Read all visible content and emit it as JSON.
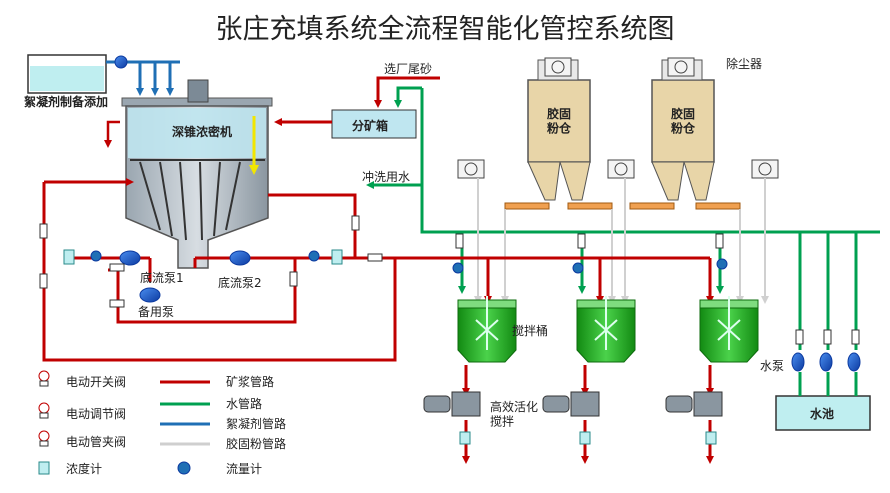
{
  "title": "张庄充填系统全流程智能化管控系统图",
  "labels": {
    "flocculant_add": "絮凝剂制备添加",
    "thickener": "深锥浓密机",
    "tailings_in": "选厂尾砂",
    "classifier": "分矿箱",
    "wash_water": "冲洗用水",
    "dust_collector": "除尘器",
    "silo1": "胶固\n粉仓",
    "silo2": "胶固\n粉仓",
    "pump1": "底流泵1",
    "pump2": "底流泵2",
    "pump_spare": "备用泵",
    "mixer": "搅拌桶",
    "activator": "高效活化\n搅拌",
    "water_pump": "水泵",
    "pool": "水池"
  },
  "legend": [
    {
      "symbol": "motor-valve",
      "label": "电动开关阀"
    },
    {
      "symbol": "regulating-valve",
      "label": "电动调节阀"
    },
    {
      "symbol": "pinch-valve",
      "label": "电动管夹阀"
    },
    {
      "symbol": "density-meter",
      "label": "浓度计"
    },
    {
      "symbol": "slurry-pipe",
      "label": "矿浆管路",
      "color": "#c00000"
    },
    {
      "symbol": "water-pipe",
      "label": "水管路",
      "color": "#00a050"
    },
    {
      "symbol": "flocculant-pipe",
      "label": "絮凝剂管路",
      "color": "#1f6fb5"
    },
    {
      "symbol": "cement-pipe",
      "label": "胶固粉管路",
      "color": "#cfcfcf"
    },
    {
      "symbol": "flowmeter",
      "label": "流量计"
    }
  ],
  "colors": {
    "slurry": "#c00000",
    "water": "#00a050",
    "flocculant": "#1f6fb5",
    "cement": "#cfcfcf",
    "silo": "#e8d5a8",
    "mixer": "#2db52d",
    "tank_water": "#bfeef0"
  }
}
